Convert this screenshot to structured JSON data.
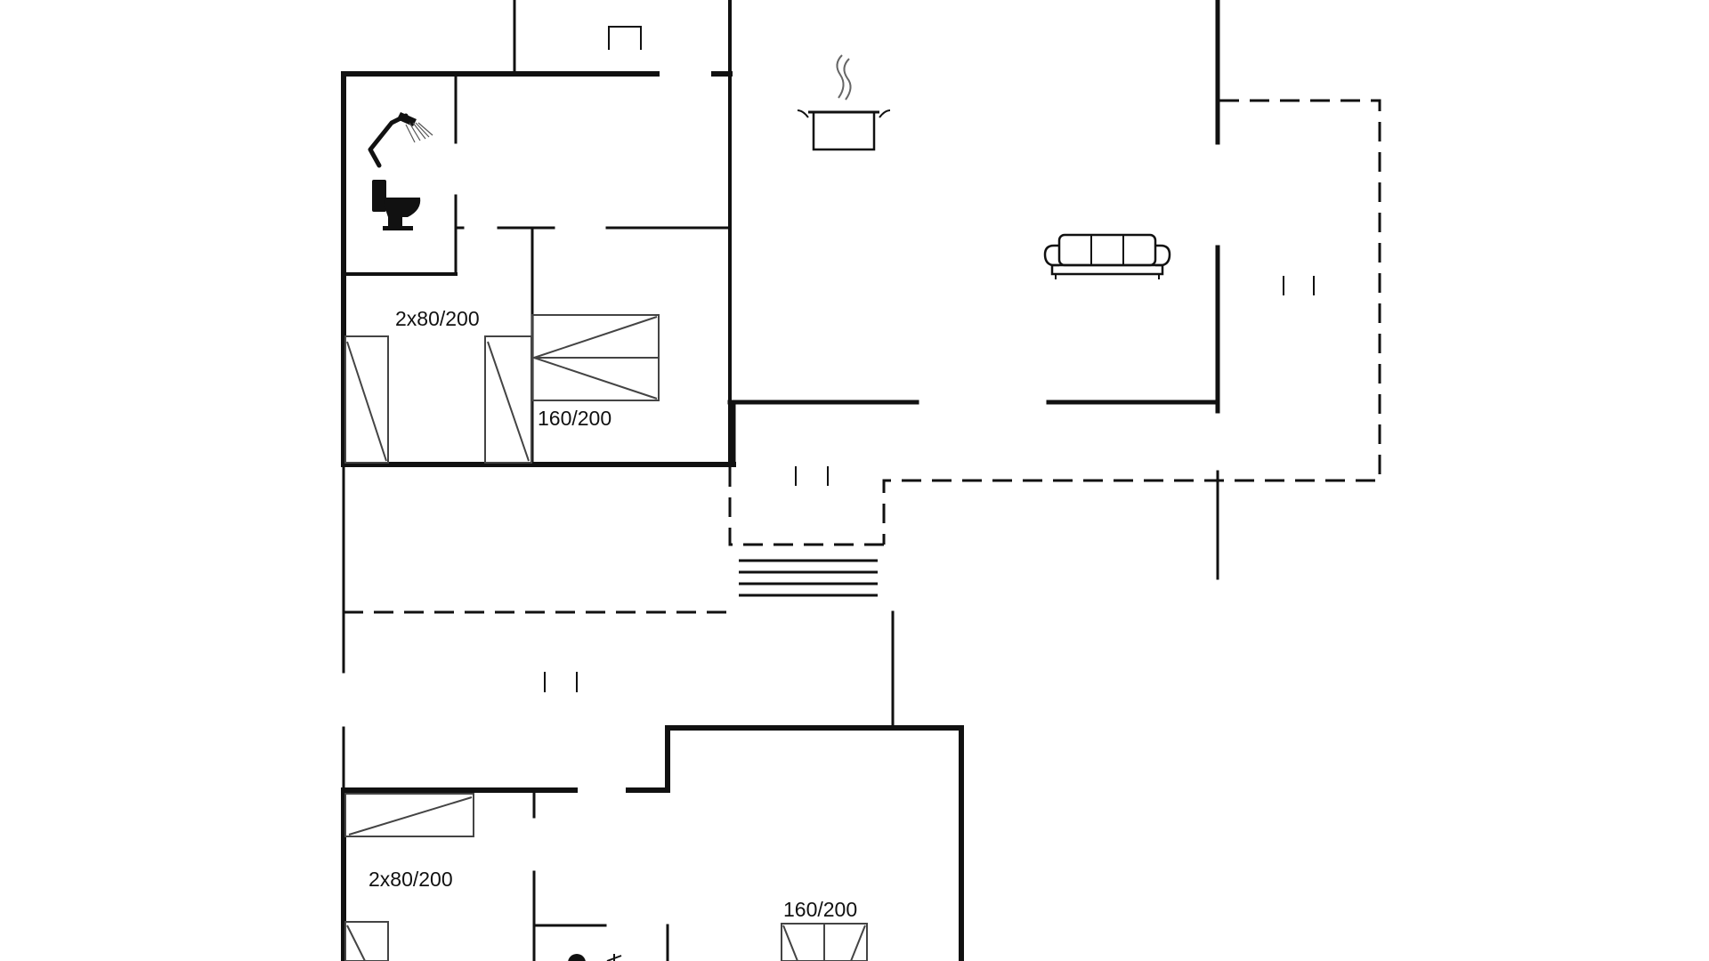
{
  "floorplan": {
    "labels": {
      "bed_upper_left": "2x80/200",
      "bed_upper_double": "160/200",
      "bed_lower_left": "2x80/200",
      "bed_lower_double": "160/200"
    },
    "icons": {
      "shower": "shower-icon",
      "toilet": "toilet-icon",
      "kitchen": "cooking-pot-icon",
      "living": "sofa-icon"
    },
    "colors": {
      "wall": "#111111",
      "background": "#ffffff"
    }
  }
}
